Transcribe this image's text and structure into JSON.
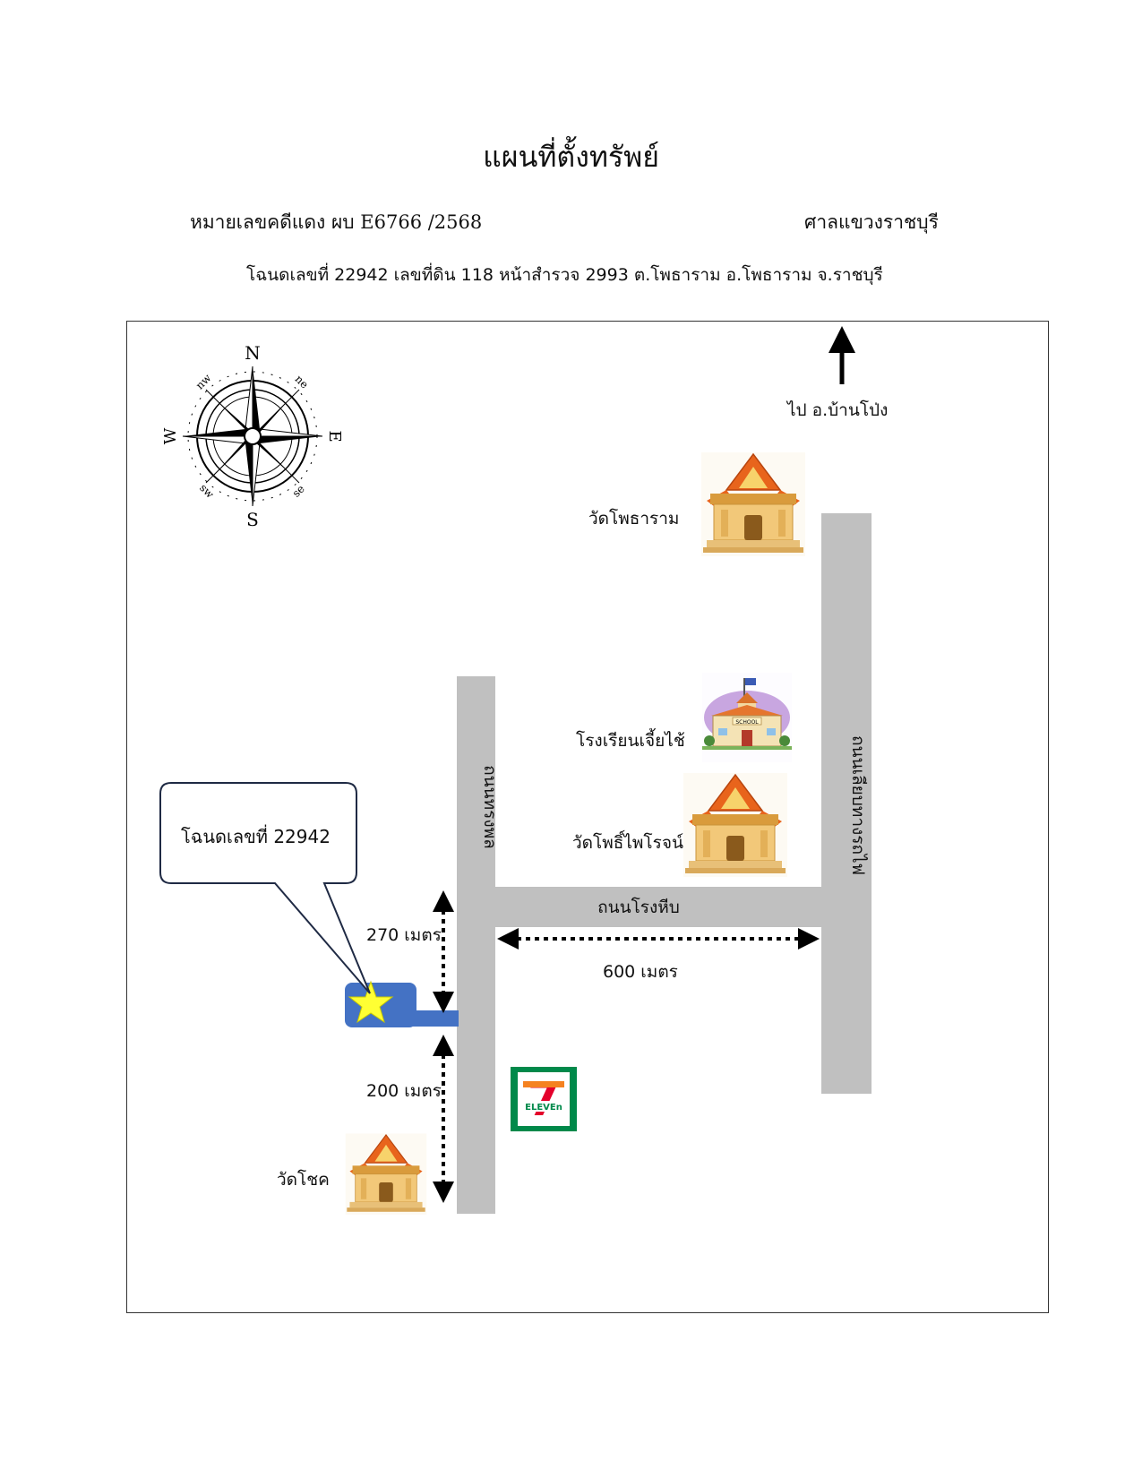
{
  "document": {
    "title": "แผนที่ตั้งทรัพย์",
    "case_number": "หมายเลขคดีแดง  ผบ E6766 /2568",
    "court": "ศาลแขวงราชบุรี",
    "deed_line": "โฉนดเลขที่  22942  เลขที่ดิน 118   หน้าสำรวจ 2993   ต.โพธาราม  อ.โพธาราม  จ.ราชบุรี"
  },
  "map": {
    "compass": {
      "north": "N",
      "south": "S",
      "east": "E",
      "west": "W",
      "northeast": "ne",
      "northwest": "nw",
      "southeast": "se",
      "southwest": "sw"
    },
    "direction_arrow_label": "ไป อ.บ้านโป่ง",
    "callout_label": "โฉนดเลขที่  22942",
    "roads": {
      "vertical_left": "ถนนทรงพล",
      "horizontal": "ถนนโรงหีบ",
      "vertical_right": "ถนนเลียบทางรถไฟ"
    },
    "distances": {
      "north_of_property": "270 เมตร",
      "south_of_property": "200 เมตร",
      "horizontal_road": "600 เมตร"
    },
    "landmarks": {
      "wat_photharam": "วัดโพธาราม",
      "school": "โรงเรียนเจี้ยไช้",
      "school_sign": "SCHOOL",
      "wat_pho_phairot": "วัดโพธิ์ไพโรจน์",
      "wat_chok": "วัดโชค",
      "store": "ELEVEn",
      "store_number": "7"
    },
    "colors": {
      "road": "#c0c0c0",
      "property": "#4472c4",
      "star": "#ffff33",
      "store_green": "#00894a",
      "store_red": "#e4002b",
      "store_orange": "#f58220",
      "temple_roof": "#e8641c",
      "temple_body": "#f2c879"
    }
  }
}
